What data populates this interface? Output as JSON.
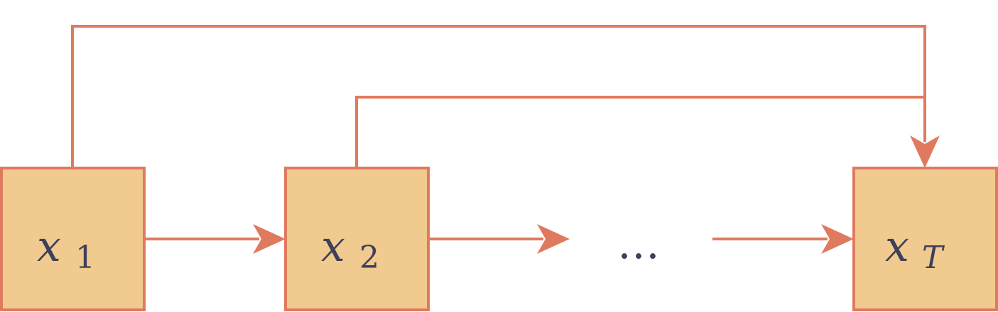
{
  "colors": {
    "box_fill": "#F0CA8E",
    "stroke": "#E07A5F",
    "text": "#3D405B"
  },
  "nodes": [
    {
      "id": "x1",
      "base": "x",
      "subscript": "1"
    },
    {
      "id": "x2",
      "base": "x",
      "subscript": "2"
    },
    {
      "id": "xT",
      "base": "x",
      "subscript": "T"
    }
  ],
  "ellipsis": "…"
}
